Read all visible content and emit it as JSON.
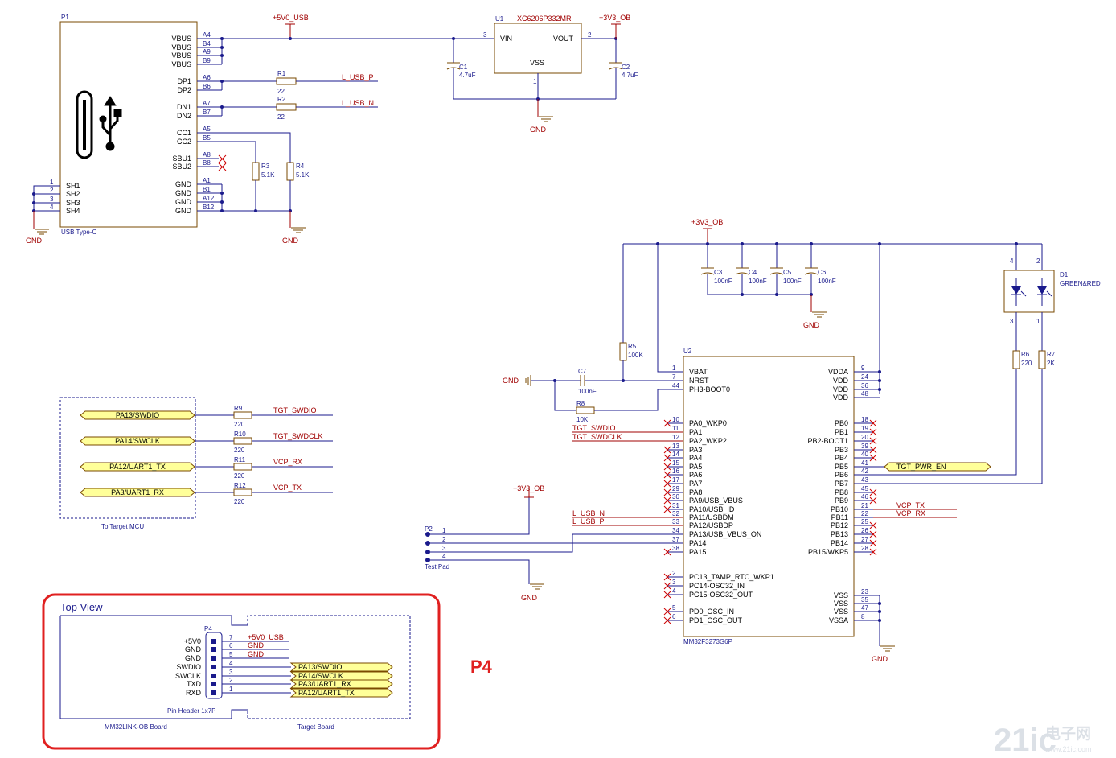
{
  "p1": {
    "ref": "P1",
    "name": "USB Type-C",
    "left_pins": [
      {
        "num": "1",
        "name": "SH1"
      },
      {
        "num": "2",
        "name": "SH2"
      },
      {
        "num": "3",
        "name": "SH3"
      },
      {
        "num": "4",
        "name": "SH4"
      }
    ],
    "right_pins": [
      {
        "num": "A4",
        "name": "VBUS"
      },
      {
        "num": "B4",
        "name": "VBUS"
      },
      {
        "num": "A9",
        "name": "VBUS"
      },
      {
        "num": "B9",
        "name": "VBUS"
      },
      {
        "num": "A6",
        "name": "DP1"
      },
      {
        "num": "B6",
        "name": "DP2"
      },
      {
        "num": "A7",
        "name": "DN1"
      },
      {
        "num": "B7",
        "name": "DN2"
      },
      {
        "num": "A5",
        "name": "CC1"
      },
      {
        "num": "B5",
        "name": "CC2"
      },
      {
        "num": "A8",
        "name": "SBU1"
      },
      {
        "num": "B8",
        "name": "SBU2"
      },
      {
        "num": "A1",
        "name": "GND"
      },
      {
        "num": "B1",
        "name": "GND"
      },
      {
        "num": "A12",
        "name": "GND"
      },
      {
        "num": "B12",
        "name": "GND"
      }
    ]
  },
  "nets": {
    "v5_usb": "+5V0_USB",
    "v33_ob": "+3V3_OB",
    "gnd": "GND",
    "l_usb_p": "L_USB_P",
    "l_usb_n": "L_USB_N",
    "tgt_swdio": "TGT_SWDIO",
    "tgt_swdclk": "TGT_SWDCLK",
    "vcp_rx": "VCP_RX",
    "vcp_tx": "VCP_TX",
    "tgt_pwr_en": "TGT_PWR_EN"
  },
  "u1": {
    "ref": "U1",
    "part": "XC6206P332MR",
    "vin": "VIN",
    "vout": "VOUT",
    "vss": "VSS",
    "p_vin": "3",
    "p_vout": "2",
    "p_vss": "1"
  },
  "parts": {
    "c1": {
      "ref": "C1",
      "val": "4.7uF"
    },
    "c2": {
      "ref": "C2",
      "val": "4.7uF"
    },
    "r1": {
      "ref": "R1",
      "val": "22"
    },
    "r2": {
      "ref": "R2",
      "val": "22"
    },
    "r3": {
      "ref": "R3",
      "val": "5.1K"
    },
    "r4": {
      "ref": "R4",
      "val": "5.1K"
    },
    "c3": {
      "ref": "C3",
      "val": "100nF"
    },
    "c4": {
      "ref": "C4",
      "val": "100nF"
    },
    "c5": {
      "ref": "C5",
      "val": "100nF"
    },
    "c6": {
      "ref": "C6",
      "val": "100nF"
    },
    "c7": {
      "ref": "C7",
      "val": "100nF"
    },
    "r5": {
      "ref": "R5",
      "val": "100K"
    },
    "r8": {
      "ref": "R8",
      "val": "10K"
    },
    "r6": {
      "ref": "R6",
      "val": "220"
    },
    "r7": {
      "ref": "R7",
      "val": "2K"
    },
    "r9": {
      "ref": "R9",
      "val": "220"
    },
    "r10": {
      "ref": "R10",
      "val": "220"
    },
    "r11": {
      "ref": "R11",
      "val": "220"
    },
    "r12": {
      "ref": "R12",
      "val": "220"
    }
  },
  "d1": {
    "ref": "D1",
    "val": "GREEN&RED",
    "p4": "4",
    "p2": "2",
    "p3": "3",
    "p1": "1"
  },
  "u2": {
    "ref": "U2",
    "part": "MM32F3273G6P",
    "left_pins": [
      {
        "num": "1",
        "name": "VBAT"
      },
      {
        "num": "7",
        "name": "NRST"
      },
      {
        "num": "44",
        "name": "PH3-BOOT0"
      },
      {
        "num": "10",
        "name": "PA0_WKP0"
      },
      {
        "num": "11",
        "name": "PA1"
      },
      {
        "num": "12",
        "name": "PA2_WKP2"
      },
      {
        "num": "13",
        "name": "PA3"
      },
      {
        "num": "14",
        "name": "PA4"
      },
      {
        "num": "15",
        "name": "PA5"
      },
      {
        "num": "16",
        "name": "PA6"
      },
      {
        "num": "17",
        "name": "PA7"
      },
      {
        "num": "29",
        "name": "PA8"
      },
      {
        "num": "30",
        "name": "PA9/USB_VBUS"
      },
      {
        "num": "31",
        "name": "PA10/USB_ID"
      },
      {
        "num": "32",
        "name": "PA11/USBDM"
      },
      {
        "num": "33",
        "name": "PA12/USBDP"
      },
      {
        "num": "34",
        "name": "PA13/USB_VBUS_ON"
      },
      {
        "num": "37",
        "name": "PA14"
      },
      {
        "num": "38",
        "name": "PA15"
      },
      {
        "num": "2",
        "name": "PC13_TAMP_RTC_WKP1"
      },
      {
        "num": "3",
        "name": "PC14-OSC32_IN"
      },
      {
        "num": "4",
        "name": "PC15-OSC32_OUT"
      },
      {
        "num": "5",
        "name": "PD0_OSC_IN"
      },
      {
        "num": "6",
        "name": "PD1_OSC_OUT"
      }
    ],
    "right_pins": [
      {
        "num": "9",
        "name": "VDDA"
      },
      {
        "num": "24",
        "name": "VDD"
      },
      {
        "num": "36",
        "name": "VDD"
      },
      {
        "num": "48",
        "name": "VDD"
      },
      {
        "num": "18",
        "name": "PB0"
      },
      {
        "num": "19",
        "name": "PB1"
      },
      {
        "num": "20",
        "name": "PB2-BOOT1"
      },
      {
        "num": "39",
        "name": "PB3"
      },
      {
        "num": "40",
        "name": "PB4"
      },
      {
        "num": "41",
        "name": "PB5"
      },
      {
        "num": "42",
        "name": "PB6"
      },
      {
        "num": "43",
        "name": "PB7"
      },
      {
        "num": "45",
        "name": "PB8"
      },
      {
        "num": "46",
        "name": "PB9"
      },
      {
        "num": "21",
        "name": "PB10"
      },
      {
        "num": "22",
        "name": "PB11"
      },
      {
        "num": "25",
        "name": "PB12"
      },
      {
        "num": "26",
        "name": "PB13"
      },
      {
        "num": "27",
        "name": "PB14"
      },
      {
        "num": "28",
        "name": "PB15/WKP5"
      },
      {
        "num": "23",
        "name": "VSS"
      },
      {
        "num": "35",
        "name": "VSS"
      },
      {
        "num": "47",
        "name": "VSS"
      },
      {
        "num": "8",
        "name": "VSSA"
      }
    ]
  },
  "p2": {
    "ref": "P2",
    "name": "Test Pad",
    "pins": [
      "1",
      "2",
      "3",
      "4"
    ]
  },
  "target_mcu": {
    "caption": "To Target MCU",
    "ports": [
      "PA13/SWDIO",
      "PA14/SWCLK",
      "PA12/UART1_TX",
      "PA3/UART1_RX"
    ]
  },
  "top_view": {
    "title": "Top View",
    "big_label": "P4",
    "ref": "P4",
    "header": "Pin Header 1x7P",
    "left_caption": "MM32LINK-OB Board",
    "right_caption": "Target Board",
    "pins": [
      {
        "num": "7",
        "left": "+5V0",
        "net": "+5V0_USB"
      },
      {
        "num": "6",
        "left": "GND",
        "net": "GND"
      },
      {
        "num": "5",
        "left": "GND",
        "net": "GND"
      },
      {
        "num": "4",
        "left": "SWDIO",
        "net": "PA13/SWDIO"
      },
      {
        "num": "3",
        "left": "SWCLK",
        "net": "PA14/SWCLK"
      },
      {
        "num": "2",
        "left": "TXD",
        "net": "PA3/UART1_RX"
      },
      {
        "num": "1",
        "left": "RXD",
        "net": "PA12/UART1_TX"
      }
    ],
    "highlight_color": "#e02020"
  },
  "watermark": {
    "brand": "21ic",
    "cn": "电子网",
    "url": "www.21ic.com"
  }
}
